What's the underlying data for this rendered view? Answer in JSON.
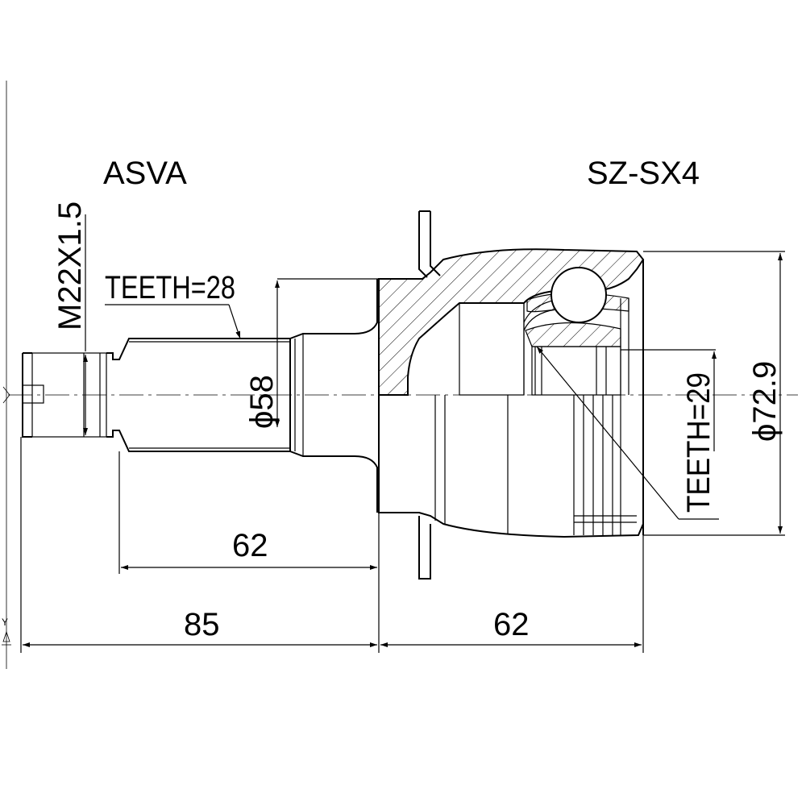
{
  "brand": "ASVA",
  "model": "SZ-SX4",
  "labels": {
    "thread": "M22X1.5",
    "teeth_shaft": "TEETH=28",
    "teeth_inner": "TEETH=29",
    "dia_shaft": "ϕ58",
    "dia_outer": "ϕ72.9",
    "len_shaft": "62",
    "len_total_left": "85",
    "len_right": "62"
  },
  "axis_marker": "Y"
}
